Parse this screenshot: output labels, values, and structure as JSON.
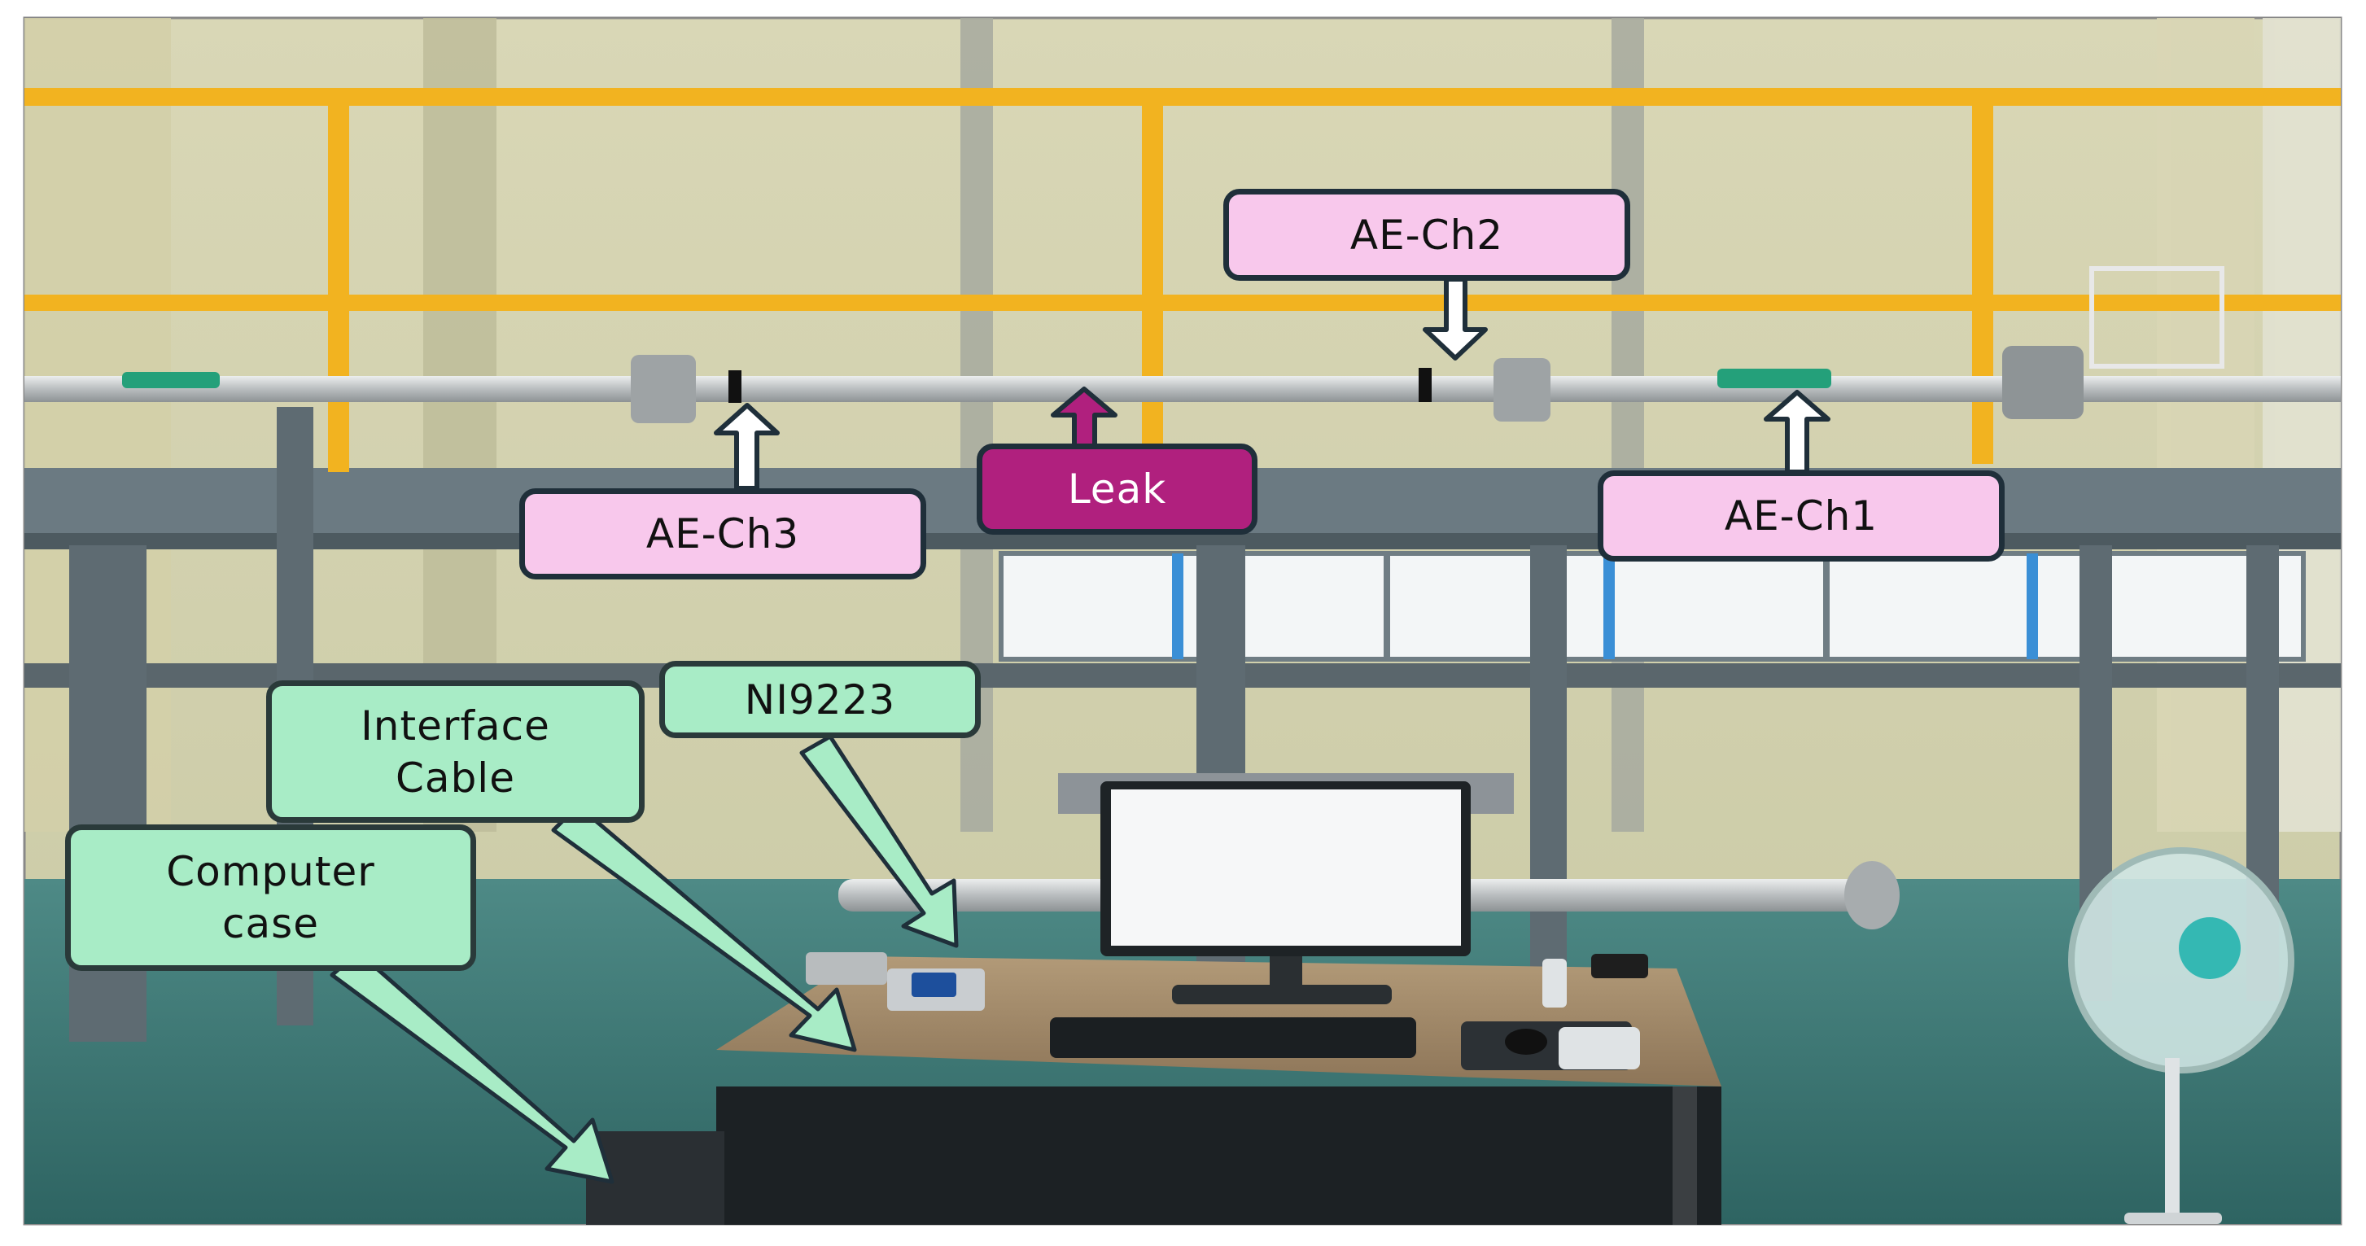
{
  "labels": {
    "ae_ch2": "AE-Ch2",
    "ae_ch3": "AE-Ch3",
    "leak": "Leak",
    "ae_ch1": "AE-Ch1",
    "ni9223": "NI9223",
    "interface_cable_1": "Interface",
    "interface_cable_2": "Cable",
    "computer_case_1": "Computer",
    "computer_case_2": "case"
  },
  "colors": {
    "sensor_label": "#f8c8ec",
    "leak_label": "#b0207e",
    "equipment_label": "#a8ecc6",
    "railing": "#f2b320",
    "pipe": "#c9ccce"
  }
}
